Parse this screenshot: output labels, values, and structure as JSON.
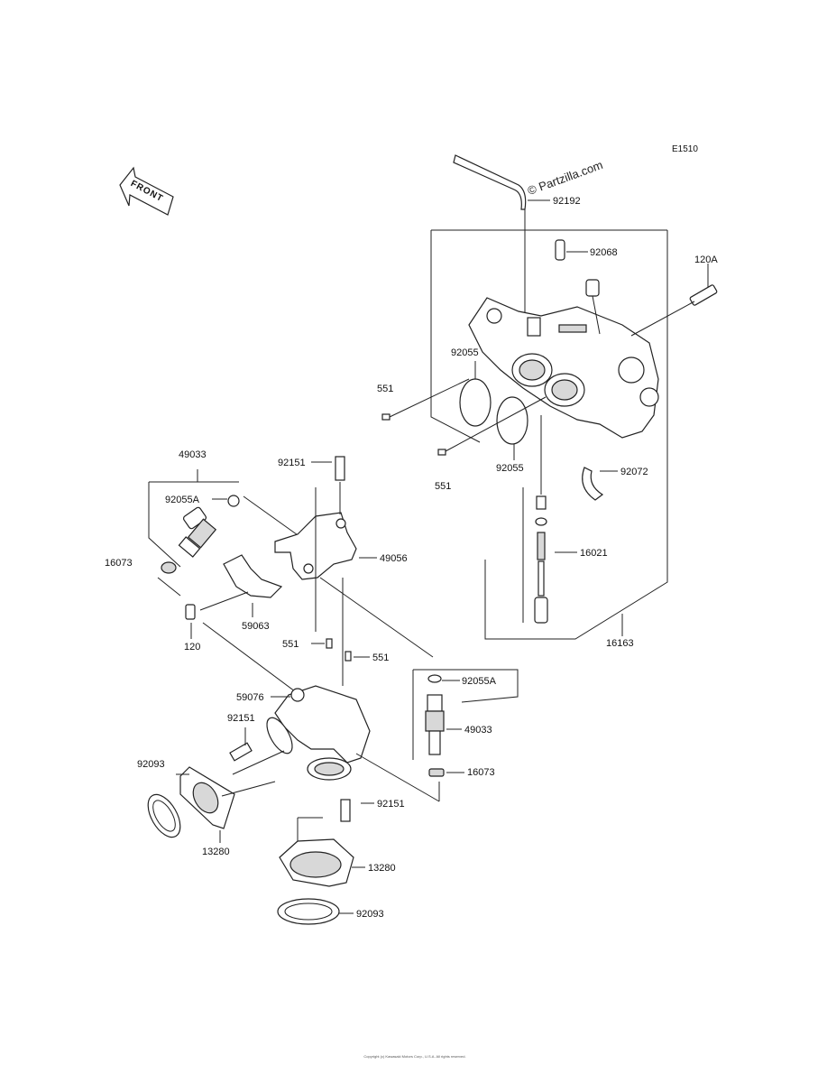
{
  "diagram": {
    "code": "E1510",
    "watermark": "© Partzilla.com",
    "front_label": "FRONT",
    "copyright": "Copyright (c) Kawasaki Motors Corp., U.S.A. All rights reserved."
  },
  "labels": {
    "p92192": "92192",
    "p92068": "92068",
    "p120A": "120A",
    "p92055_top": "92055",
    "p551_a": "551",
    "p92055_b": "92055",
    "p551_b": "551",
    "p92072": "92072",
    "p16021": "16021",
    "p16163": "16163",
    "p49033_a": "49033",
    "p92055A_a": "92055A",
    "p92151_a": "92151",
    "p16073_a": "16073",
    "p49056": "49056",
    "p59063": "59063",
    "p120": "120",
    "p551_c": "551",
    "p551_d": "551",
    "p92055A_b": "92055A",
    "p59076": "59076",
    "p92151_b": "92151",
    "p49033_b": "49033",
    "p92093_a": "92093",
    "p16073_b": "16073",
    "p92151_c": "92151",
    "p13280_a": "13280",
    "p13280_b": "13280",
    "p92093_b": "92093"
  }
}
